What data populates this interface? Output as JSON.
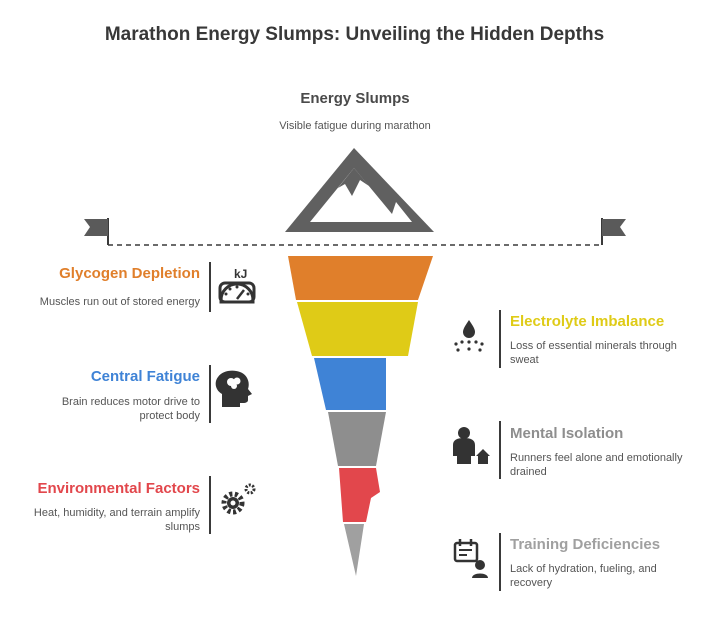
{
  "title": "Marathon Energy Slumps: Unveiling the Hidden Depths",
  "top": {
    "label": "Energy Slumps",
    "description": "Visible fatigue during marathon"
  },
  "icon_labels": {
    "kilojoule": "kJ"
  },
  "items": [
    {
      "id": "glycogen",
      "label": "Glycogen Depletion",
      "description": "Muscles run out of stored energy",
      "color": "#e07f2b",
      "icon": "gauge-icon",
      "side": "left"
    },
    {
      "id": "electrolyte",
      "label": "Electrolyte Imbalance",
      "description": "Loss of essential minerals through sweat",
      "color": "#dfcb17",
      "icon": "droplet-icon",
      "side": "right"
    },
    {
      "id": "central",
      "label": "Central Fatigue",
      "description": "Brain reduces motor drive to protect body",
      "color": "#3f83d6",
      "icon": "brain-head-icon",
      "side": "left"
    },
    {
      "id": "mental",
      "label": "Mental Isolation",
      "description": "Runners feel alone and emotionally drained",
      "color": "#8e8e8e",
      "icon": "person-home-icon",
      "side": "right"
    },
    {
      "id": "environmental",
      "label": "Environmental Factors",
      "description": "Heat, humidity, and terrain amplify slumps",
      "color": "#e2474c",
      "icon": "gears-icon",
      "side": "left"
    },
    {
      "id": "training",
      "label": "Training Deficiencies",
      "description": "Lack of hydration, fueling, and recovery",
      "color": "#a0a0a0",
      "icon": "calendar-person-icon",
      "side": "right"
    }
  ]
}
